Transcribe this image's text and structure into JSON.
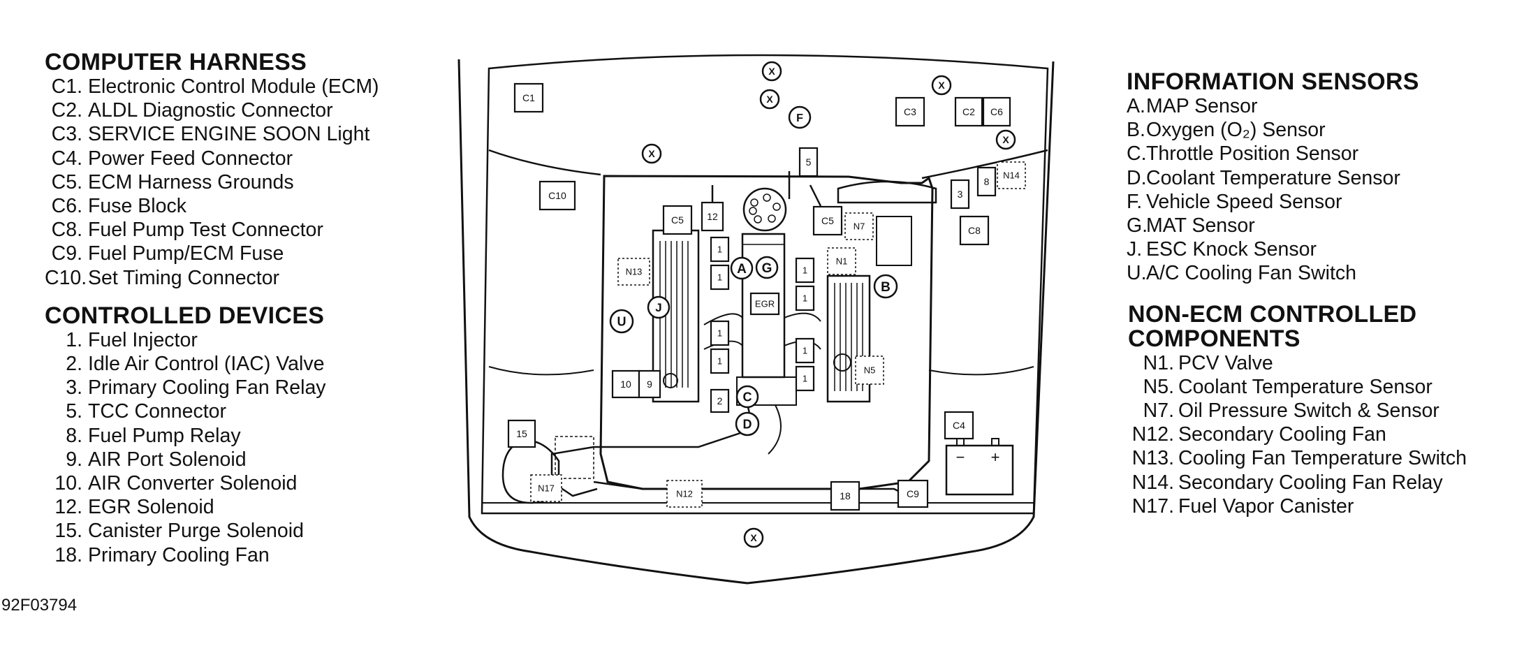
{
  "computer_harness": {
    "title": "COMPUTER HARNESS",
    "items": [
      {
        "code": "C1.",
        "label": "Electronic Control Module (ECM)"
      },
      {
        "code": "C2.",
        "label": "ALDL Diagnostic Connector"
      },
      {
        "code": "C3.",
        "label": "SERVICE ENGINE SOON Light"
      },
      {
        "code": "C4.",
        "label": "Power Feed Connector"
      },
      {
        "code": "C5.",
        "label": "ECM Harness Grounds"
      },
      {
        "code": "C6.",
        "label": "Fuse Block"
      },
      {
        "code": "C8.",
        "label": "Fuel Pump Test Connector"
      },
      {
        "code": "C9.",
        "label": "Fuel Pump/ECM Fuse"
      },
      {
        "code": "C10.",
        "label": "Set Timing Connector"
      }
    ]
  },
  "controlled_devices": {
    "title": "CONTROLLED DEVICES",
    "items": [
      {
        "code": "1.",
        "label": "Fuel Injector"
      },
      {
        "code": "2.",
        "label": "Idle Air Control (IAC) Valve"
      },
      {
        "code": "3.",
        "label": "Primary Cooling Fan Relay"
      },
      {
        "code": "5.",
        "label": "TCC Connector"
      },
      {
        "code": "8.",
        "label": "Fuel Pump Relay"
      },
      {
        "code": "9.",
        "label": "AIR Port Solenoid"
      },
      {
        "code": "10.",
        "label": "AIR Converter Solenoid"
      },
      {
        "code": "12.",
        "label": "EGR Solenoid"
      },
      {
        "code": "15.",
        "label": "Canister Purge Solenoid"
      },
      {
        "code": "18.",
        "label": "Primary Cooling Fan"
      }
    ]
  },
  "information_sensors": {
    "title": "INFORMATION SENSORS",
    "items": [
      {
        "code": "A.",
        "label": "MAP Sensor"
      },
      {
        "code": "B.",
        "label": "Oxygen (O₂) Sensor"
      },
      {
        "code": "C.",
        "label": "Throttle Position Sensor"
      },
      {
        "code": "D.",
        "label": "Coolant Temperature Sensor"
      },
      {
        "code": "F.",
        "label": "Vehicle Speed Sensor"
      },
      {
        "code": "G.",
        "label": "MAT Sensor"
      },
      {
        "code": "J.",
        "label": "ESC Knock Sensor"
      },
      {
        "code": "U.",
        "label": "A/C Cooling Fan Switch"
      }
    ]
  },
  "non_ecm_components": {
    "title_line1": "NON-ECM CONTROLLED",
    "title_line2": "COMPONENTS",
    "items": [
      {
        "code": "N1.",
        "label": "PCV Valve"
      },
      {
        "code": "N5.",
        "label": "Coolant Temperature Sensor"
      },
      {
        "code": "N7.",
        "label": "Oil Pressure Switch & Sensor"
      },
      {
        "code": "N12.",
        "label": "Secondary Cooling Fan"
      },
      {
        "code": "N13.",
        "label": "Cooling Fan Temperature Switch"
      },
      {
        "code": "N14.",
        "label": "Secondary Cooling Fan Relay"
      },
      {
        "code": "N17.",
        "label": "Fuel Vapor Canister"
      }
    ]
  },
  "figure_id": "92F03794",
  "diagram": {
    "labels": {
      "c1": "C1",
      "c2": "C2",
      "c3": "C3",
      "c4": "C4",
      "c5a": "C5",
      "c5b": "C5",
      "c6": "C6",
      "c8": "C8",
      "c9": "C9",
      "c10": "C10",
      "d5": "5",
      "d12": "12",
      "d3": "3",
      "d8": "8",
      "d10": "10",
      "d9": "9",
      "d2": "2",
      "d15": "15",
      "d18": "18",
      "inj": "1",
      "n1": "N1",
      "n5": "N5",
      "n7": "N7",
      "n12": "N12",
      "n13": "N13",
      "n14": "N14",
      "n17": "N17",
      "sA": "A",
      "sB": "B",
      "sC": "C",
      "sD": "D",
      "sF": "F",
      "sG": "G",
      "sJ": "J",
      "sU": "U",
      "x": "X",
      "egr": "EGR",
      "batt_minus": "−",
      "batt_plus": "+"
    }
  }
}
